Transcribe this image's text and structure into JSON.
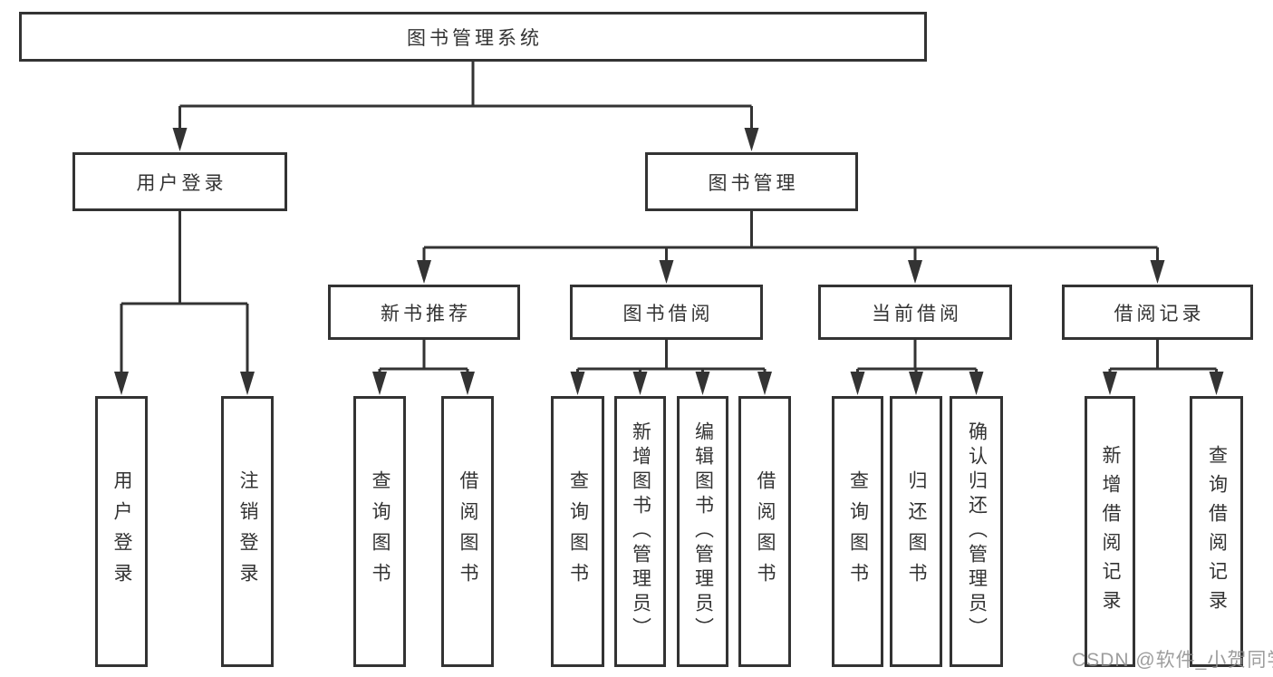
{
  "diagram": {
    "title": "图书管理系统",
    "watermark": "CSDN @软件_小贺同学",
    "colors": {
      "border": "#333333",
      "line": "#333333",
      "text": "#333333",
      "arrow": "#333333",
      "watermark": "#8c8c8c",
      "background": "#ffffff"
    },
    "nodes": [
      {
        "id": "root",
        "label": "图书管理系统",
        "orientation": "horizontal"
      },
      {
        "id": "user-login",
        "label": "用户登录",
        "orientation": "horizontal"
      },
      {
        "id": "book-mgmt",
        "label": "图书管理",
        "orientation": "horizontal"
      },
      {
        "id": "new-book-rec",
        "label": "新书推荐",
        "orientation": "horizontal"
      },
      {
        "id": "book-borrow",
        "label": "图书借阅",
        "orientation": "horizontal"
      },
      {
        "id": "current-borrow",
        "label": "当前借阅",
        "orientation": "horizontal"
      },
      {
        "id": "borrow-records",
        "label": "借阅记录",
        "orientation": "horizontal"
      },
      {
        "id": "leaf-user-login",
        "label": "用户登录",
        "orientation": "vertical"
      },
      {
        "id": "leaf-logout",
        "label": "注销登录",
        "orientation": "vertical"
      },
      {
        "id": "leaf-query-book-1",
        "label": "查询图书",
        "orientation": "vertical"
      },
      {
        "id": "leaf-borrow-book-1",
        "label": "借阅图书",
        "orientation": "vertical"
      },
      {
        "id": "leaf-query-book-2",
        "label": "查询图书",
        "orientation": "vertical"
      },
      {
        "id": "leaf-add-book",
        "label": "新增图书（管理员）",
        "orientation": "vertical"
      },
      {
        "id": "leaf-edit-book",
        "label": "编辑图书（管理员）",
        "orientation": "vertical"
      },
      {
        "id": "leaf-borrow-book-2",
        "label": "借阅图书",
        "orientation": "vertical"
      },
      {
        "id": "leaf-query-book-3",
        "label": "查询图书",
        "orientation": "vertical"
      },
      {
        "id": "leaf-return-book",
        "label": "归还图书",
        "orientation": "vertical"
      },
      {
        "id": "leaf-confirm-return",
        "label": "确认归还（管理员）",
        "orientation": "vertical"
      },
      {
        "id": "leaf-add-borrow-record",
        "label": "新增借阅记录",
        "orientation": "vertical"
      },
      {
        "id": "leaf-query-borrow-record",
        "label": "查询借阅记录",
        "orientation": "vertical"
      }
    ],
    "edges": [
      {
        "parent": "root",
        "children": [
          "user-login",
          "book-mgmt"
        ]
      },
      {
        "parent": "user-login",
        "children": [
          "leaf-user-login",
          "leaf-logout"
        ]
      },
      {
        "parent": "book-mgmt",
        "children": [
          "new-book-rec",
          "book-borrow",
          "current-borrow",
          "borrow-records"
        ]
      },
      {
        "parent": "new-book-rec",
        "children": [
          "leaf-query-book-1",
          "leaf-borrow-book-1"
        ]
      },
      {
        "parent": "book-borrow",
        "children": [
          "leaf-query-book-2",
          "leaf-add-book",
          "leaf-edit-book",
          "leaf-borrow-book-2"
        ]
      },
      {
        "parent": "current-borrow",
        "children": [
          "leaf-query-book-3",
          "leaf-return-book",
          "leaf-confirm-return"
        ]
      },
      {
        "parent": "borrow-records",
        "children": [
          "leaf-add-borrow-record",
          "leaf-query-borrow-record"
        ]
      }
    ]
  }
}
